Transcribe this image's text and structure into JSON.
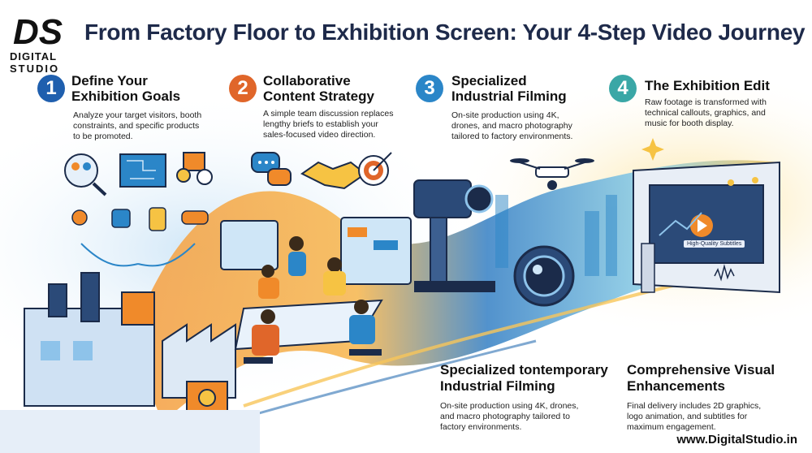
{
  "header": {
    "title": "From Factory Floor to Exhibition Screen: Your 4-Step Video Journey"
  },
  "logo": {
    "mark": "DS",
    "line1": "DIGITAL",
    "line2": "STUDIO"
  },
  "steps": [
    {
      "number": "1",
      "title_line1": "Define Your",
      "title_line2": "Exhibition Goals",
      "desc_line1": "Analyze your target visitors, booth",
      "desc_line2": "constraints, and specific products",
      "desc_line3": "to be promoted.",
      "color": "#1f5fae"
    },
    {
      "number": "2",
      "title_line1": "Collaborative",
      "title_line2": "Content Strategy",
      "desc_line1": "A simple team discussion replaces",
      "desc_line2": "lengthy briefs to establish your",
      "desc_line3": "sales-focused video direction.",
      "color": "#e0662a"
    },
    {
      "number": "3",
      "title_line1": "Specialized",
      "title_line2": "Industrial Filming",
      "desc_line1": "On-site production using 4K,",
      "desc_line2": "drones, and macro photography",
      "desc_line3": "tailored to factory environments.",
      "color": "#2b86c8"
    },
    {
      "number": "4",
      "title_line1": "The Exhibition Edit",
      "desc_line1": "Raw footage is transformed with",
      "desc_line2": "technical callouts, graphics, and",
      "desc_line3": "music for booth display.",
      "color": "#3aa7a6"
    }
  ],
  "bottom": [
    {
      "title_line1": "Specialized tontemporary",
      "title_line2": "Industrial Filming",
      "desc_line1": "On-site production using 4K, drones,",
      "desc_line2": "and macro photography tailored to",
      "desc_line3": "factory environments."
    },
    {
      "title_line1": "Comprehensive Visual",
      "title_line2": "Enhancements",
      "desc_line1": "Final delivery includes 2D graphics,",
      "desc_line2": "logo animation, and subtitles for",
      "desc_line3": "maximum engagement."
    }
  ],
  "screen": {
    "subtitle_label": "High-Quality Subtitles"
  },
  "footer": {
    "url": "www.DigitalStudio.in"
  },
  "colors": {
    "title": "#1e2a4a",
    "orange": "#f08a2a",
    "blue": "#2b86c8",
    "navy": "#1b2b4a",
    "yellow": "#f6c343"
  },
  "icons": [
    "people-icon",
    "blueprint-icon",
    "gears-icon",
    "chat-bubbles-icon",
    "handshake-icon",
    "target-icon",
    "drone-icon",
    "video-camera-icon",
    "exhibition-screen-icon"
  ]
}
